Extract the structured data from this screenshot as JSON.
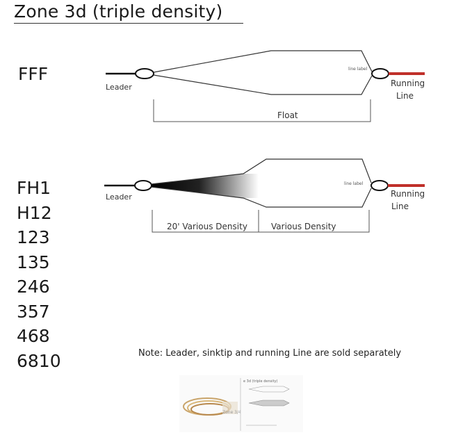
{
  "title": "Zone 3d (triple density)",
  "diagram1": {
    "code": "FFF",
    "leader_label": "Leader",
    "line_label_text": "line label",
    "running_line_label": [
      "Running",
      "Line"
    ],
    "section_label": "Float"
  },
  "diagram2": {
    "codes": [
      "FH1",
      "H12",
      "123",
      "135",
      "246",
      "357",
      "468",
      "6810"
    ],
    "leader_label": "Leader",
    "line_label_text": "line label",
    "running_line_label": [
      "Running",
      "Line"
    ],
    "section1_label": "20' Various Density",
    "section2_label": "Various Density"
  },
  "note": "Note: Leader, sinktip and running Line are sold separately",
  "thumbnail": {
    "title": "e 3d (triple density)",
    "tag": "Zone 3/4"
  },
  "colors": {
    "running_line": "#c0302a",
    "line": "#333333"
  }
}
